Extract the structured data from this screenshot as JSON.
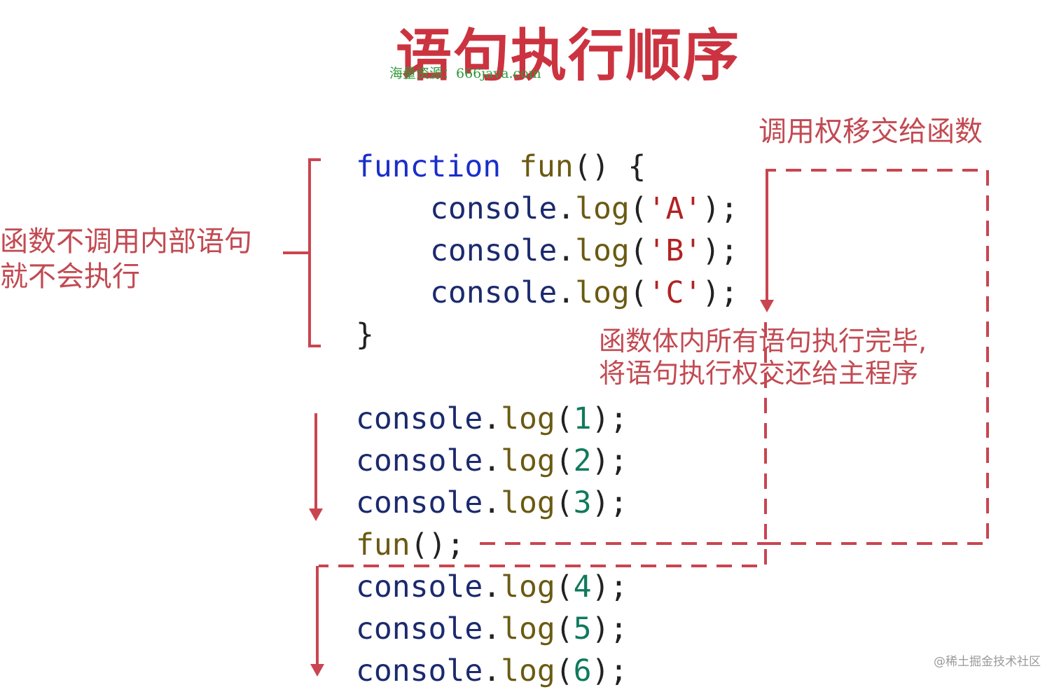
{
  "title": "语句执行顺序",
  "watermark": "海量资源：666java.com",
  "notes": {
    "left_line1": "函数不调用内部语句",
    "left_line2": "就不会执行",
    "top_right": "调用权移交给函数",
    "mid_line1": "函数体内所有语句执行完毕,",
    "mid_line2": "将语句执行权交还给主程序"
  },
  "code": {
    "function_decl": {
      "keyword": "function",
      "name": "fun",
      "rest": "() {"
    },
    "body_lines": [
      {
        "obj": "console",
        "dot": ".",
        "method": "log",
        "open": "(",
        "arg": "'A'",
        "close": ");"
      },
      {
        "obj": "console",
        "dot": ".",
        "method": "log",
        "open": "(",
        "arg": "'B'",
        "close": ");"
      },
      {
        "obj": "console",
        "dot": ".",
        "method": "log",
        "open": "(",
        "arg": "'C'",
        "close": ");"
      }
    ],
    "close_brace": "}",
    "main_lines_before": [
      {
        "obj": "console",
        "dot": ".",
        "method": "log",
        "open": "(",
        "arg": "1",
        "close": ");"
      },
      {
        "obj": "console",
        "dot": ".",
        "method": "log",
        "open": "(",
        "arg": "2",
        "close": ");"
      },
      {
        "obj": "console",
        "dot": ".",
        "method": "log",
        "open": "(",
        "arg": "3",
        "close": ");"
      }
    ],
    "call_line": {
      "name": "fun",
      "rest": "();"
    },
    "main_lines_after": [
      {
        "obj": "console",
        "dot": ".",
        "method": "log",
        "open": "(",
        "arg": "4",
        "close": ");"
      },
      {
        "obj": "console",
        "dot": ".",
        "method": "log",
        "open": "(",
        "arg": "5",
        "close": ");"
      },
      {
        "obj": "console",
        "dot": ".",
        "method": "log",
        "open": "(",
        "arg": "6",
        "close": ");"
      }
    ]
  },
  "corner_credit": "@稀土掘金技术社区",
  "colors": {
    "accent_red": "#cc3340",
    "keyword_blue": "#1a2fc8",
    "identifier_navy": "#1b2a6e",
    "function_olive": "#6b5a12",
    "string_red": "#b22222",
    "number_teal": "#0f7a5c"
  }
}
